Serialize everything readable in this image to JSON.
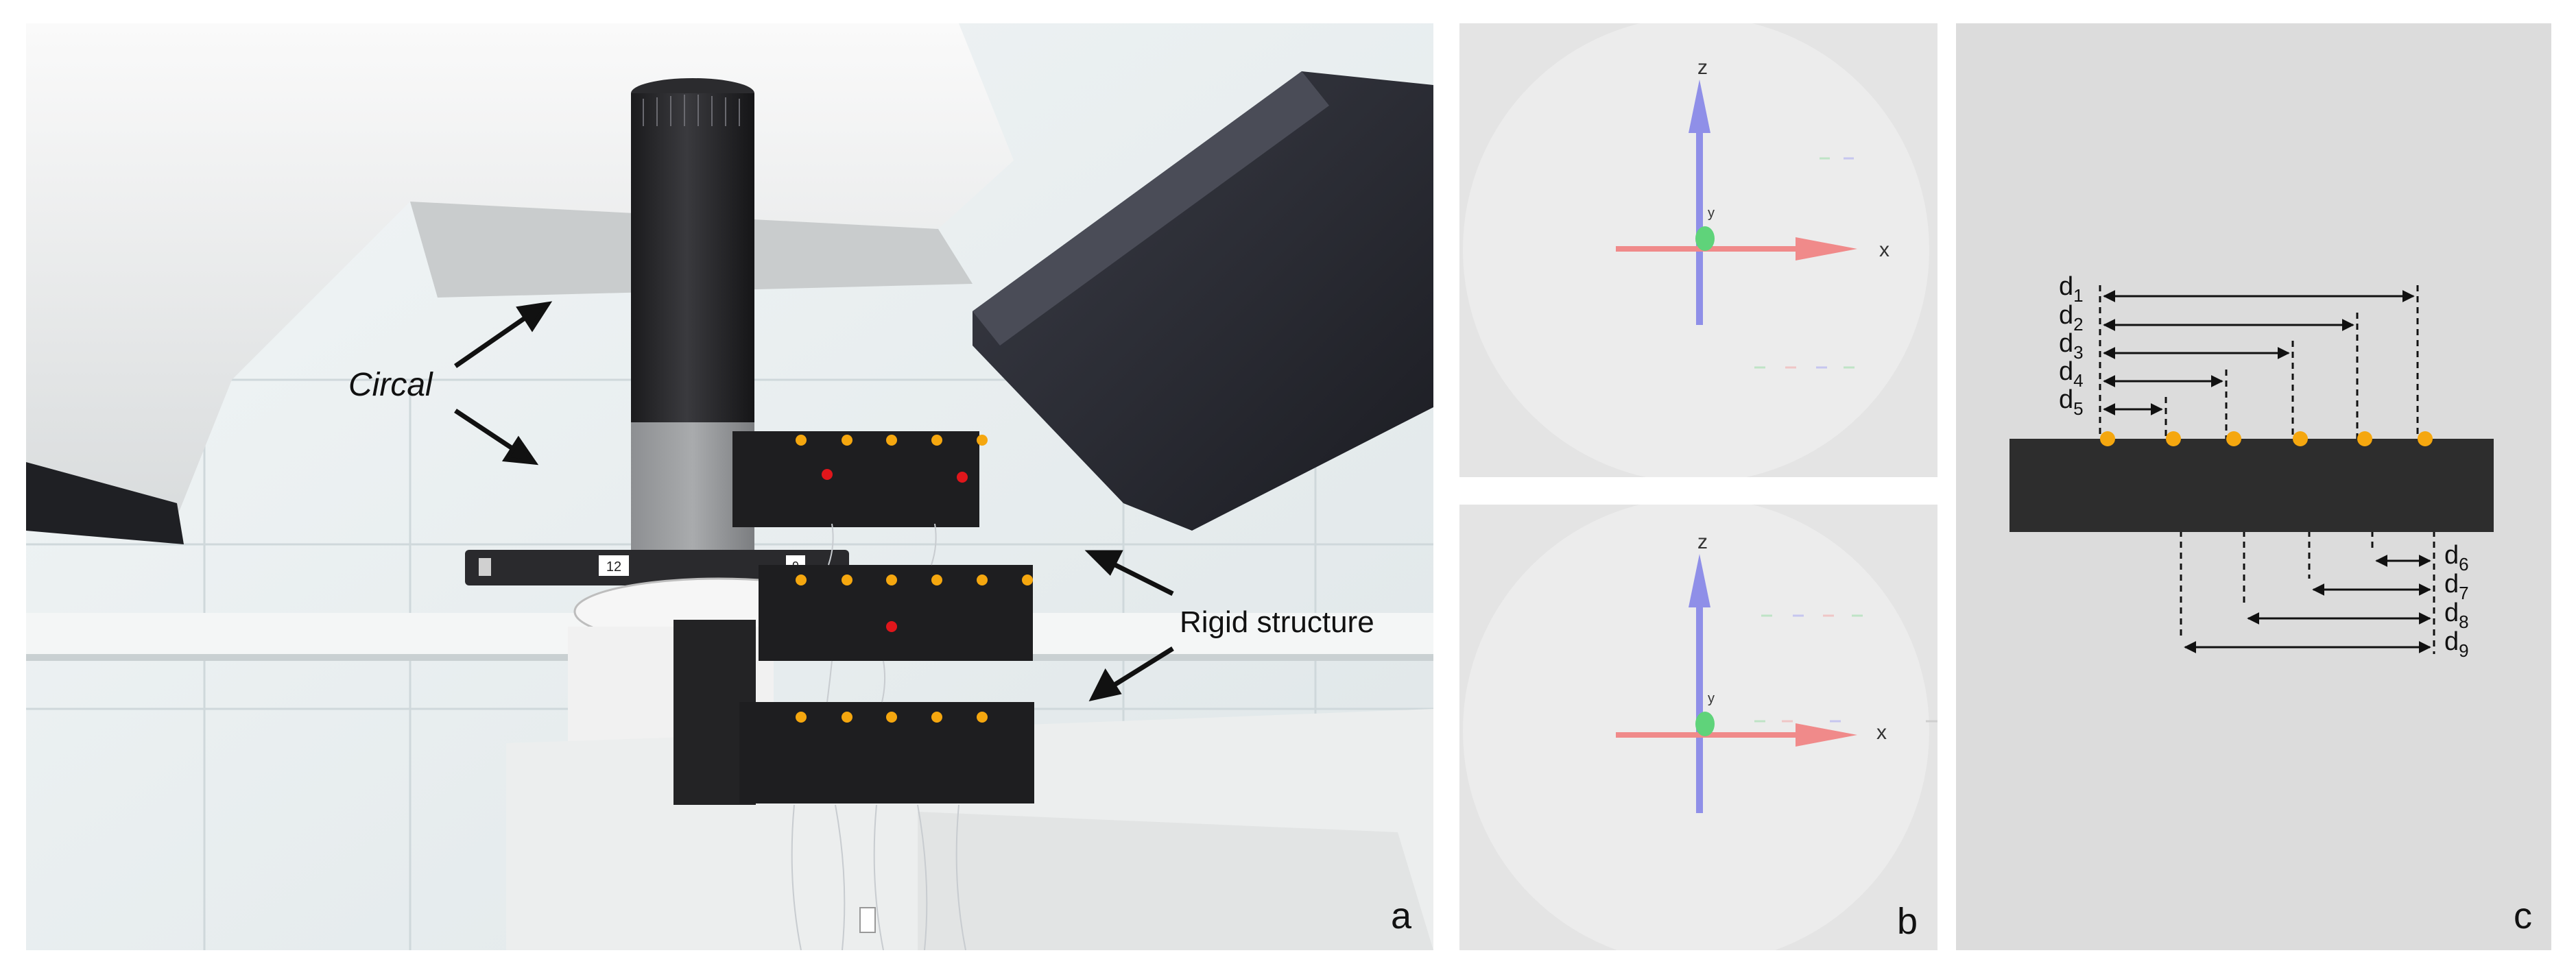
{
  "figure": {
    "panels": [
      {
        "id": "a",
        "label": "a"
      },
      {
        "id": "b",
        "label": "b"
      },
      {
        "id": "c",
        "label": "c"
      }
    ]
  },
  "panel_a": {
    "annotation_circal": "Circal",
    "annotation_rigid": "Rigid structure",
    "ring_labels": [
      "12",
      "9"
    ],
    "marker_colors": {
      "sensor": "#f5a70f",
      "target": "#e0161b"
    }
  },
  "panel_b": {
    "axes": {
      "z": "z",
      "y": "y",
      "x": "x"
    },
    "axis_colors": {
      "x": "#f08a8a",
      "y": "#5fd37a",
      "z": "#8f8fe8"
    }
  },
  "panel_c": {
    "d_labels_top": [
      {
        "base": "d",
        "sub": "1"
      },
      {
        "base": "d",
        "sub": "2"
      },
      {
        "base": "d",
        "sub": "3"
      },
      {
        "base": "d",
        "sub": "4"
      },
      {
        "base": "d",
        "sub": "5"
      }
    ],
    "d_labels_bottom": [
      {
        "base": "d",
        "sub": "6"
      },
      {
        "base": "d",
        "sub": "7"
      },
      {
        "base": "d",
        "sub": "8"
      },
      {
        "base": "d",
        "sub": "9"
      }
    ],
    "sensor_color": "#f5a70f",
    "block_color": "#2d2d2d"
  }
}
